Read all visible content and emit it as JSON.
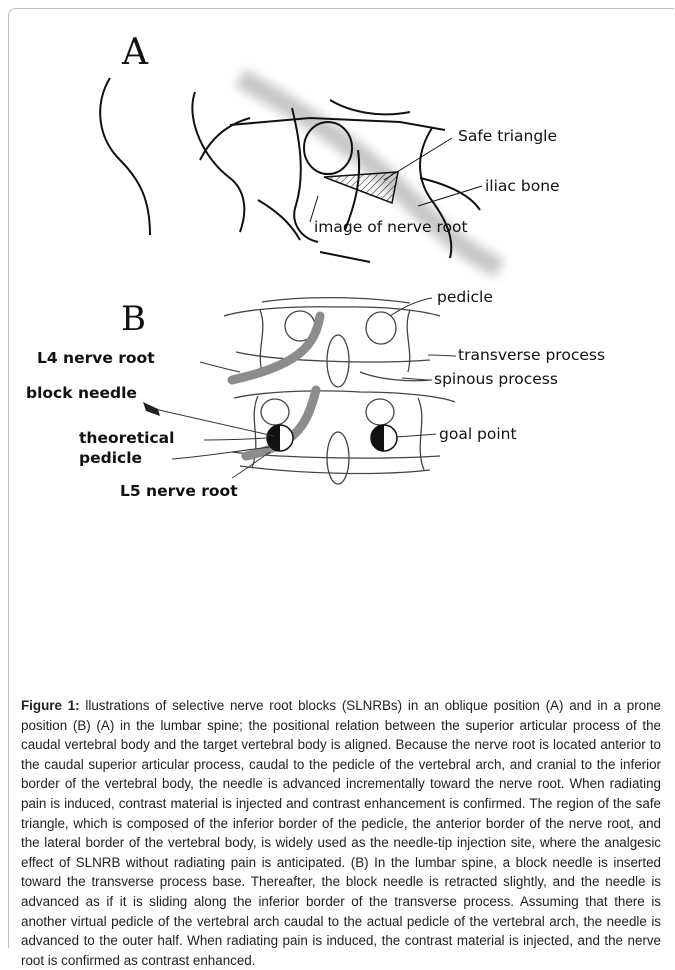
{
  "figure": {
    "panel_a": {
      "letter": "A",
      "labels": {
        "safe_triangle": "Safe triangle",
        "iliac_bone": "iliac bone",
        "nerve_root_image": "image of nerve root"
      }
    },
    "panel_b": {
      "letter": "B",
      "labels": {
        "pedicle": "pedicle",
        "l4_nerve_root": "L4 nerve root",
        "transverse_process": "transverse process",
        "spinous_process": "spinous process",
        "block_needle": "block needle",
        "theoretical": "theoretical",
        "pedicle_line2": "pedicle",
        "goal_point": "goal point",
        "l5_nerve_root": "L5 nerve root"
      }
    }
  },
  "caption": {
    "label": "Figure 1:",
    "text": " llustrations of selective nerve root blocks (SLNRBs) in an oblique position (A) and in a prone position (B) (A) in the lumbar spine; the positional relation between the superior articular process of the caudal vertebral body and the target vertebral body is aligned. Because the nerve root is located anterior to the caudal superior articular process, caudal to the pedicle of the vertebral arch, and cranial to the inferior border of the vertebral body, the needle is advanced incrementally toward the nerve root. When radiating pain is induced, contrast material is injected and contrast enhancement is confirmed. The region of the safe triangle, which is composed of the inferior border of the pedicle, the anterior border of the nerve root, and the lateral border of the vertebral body, is widely used as the needle-tip injection site, where the analgesic effect of SLNRB without radiating pain is anticipated. (B) In the lumbar spine, a block needle is inserted toward the transverse process base. Thereafter, the block needle is retracted slightly, and the needle is advanced as if it is sliding along the inferior border of the transverse process. Assuming that there is another virtual pedicle of the vertebral arch caudal to the actual pedicle of the vertebral arch, the needle is advanced to the outer half. When radiating pain is induced, the contrast material is injected, and the nerve root is confirmed as contrast enhanced."
  }
}
